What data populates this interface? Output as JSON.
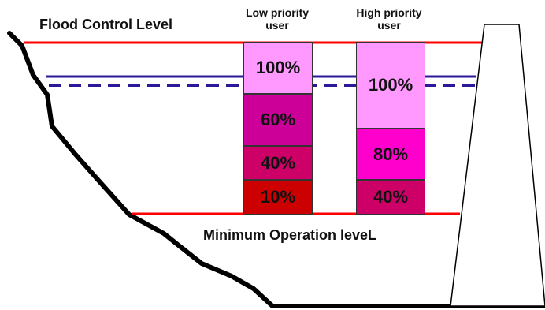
{
  "labels": {
    "flood_control": "Flood Control Level",
    "minimum_operation": "Minimum Operation leveL"
  },
  "columns": [
    {
      "header_line1": "Low priority",
      "header_line2": "user",
      "segments": [
        {
          "label": "100%",
          "color": "#ff99ff"
        },
        {
          "label": "60%",
          "color": "#cc0099"
        },
        {
          "label": "40%",
          "color": "#cc0066"
        },
        {
          "label": "10%",
          "color": "#cc0000"
        }
      ]
    },
    {
      "header_line1": "High priority",
      "header_line2": "user",
      "segments": [
        {
          "label": "100%",
          "color": "#ff99ff"
        },
        {
          "label": "80%",
          "color": "#ff00cc"
        },
        {
          "label": "40%",
          "color": "#cc0066"
        }
      ]
    }
  ],
  "colors": {
    "flood_line": "#ff0000",
    "min_line": "#ff0000",
    "water_level_line": "#2a1a9a",
    "terrain": "#000000"
  }
}
